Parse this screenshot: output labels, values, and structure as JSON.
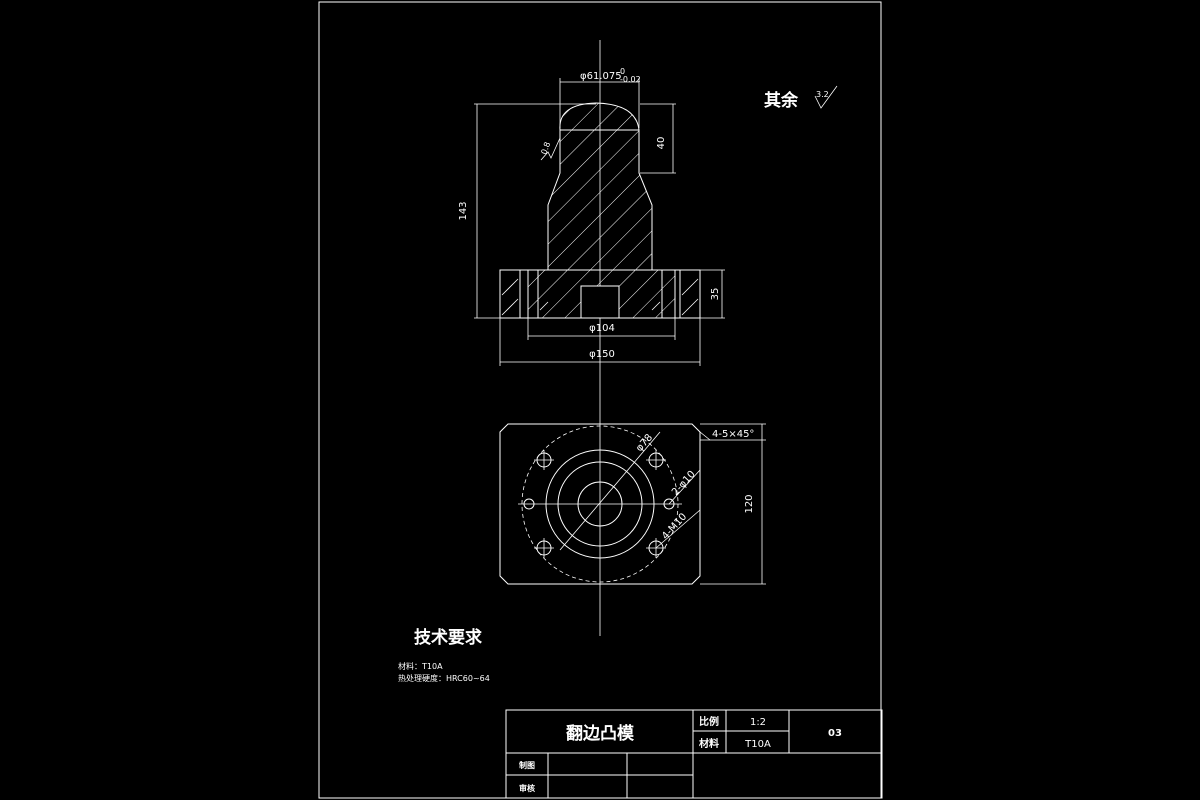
{
  "drawing": {
    "roughness_note": {
      "label": "其余",
      "value": "3.2"
    },
    "local_roughness": "0.8",
    "dimensions": {
      "top_diameter": "φ61.075",
      "top_tol_upper": "0",
      "top_tol_lower": "-0.02",
      "head_height": "40",
      "total_height": "143",
      "flange_height": "35",
      "inner_diameter": "φ104",
      "outer_diameter": "φ150",
      "pitch_circle": "φ78",
      "pin_holes": "2-φ10",
      "screw_holes": "4-M10",
      "chamfer": "4-5×45°",
      "plate_size": "120"
    }
  },
  "tech_requirements": {
    "title": "技术要求",
    "line1": "材料：T10A",
    "line2": "热处理硬度：HRC60~64"
  },
  "title_block": {
    "part_name": "翻边凸模",
    "scale_label": "比例",
    "scale_value": "1:2",
    "material_label": "材料",
    "material_value": "T10A",
    "drawing_no": "03",
    "drawn_label": "制图",
    "checked_label": "审核"
  },
  "colors": {
    "background": "#000000",
    "line": "#ffffff"
  }
}
